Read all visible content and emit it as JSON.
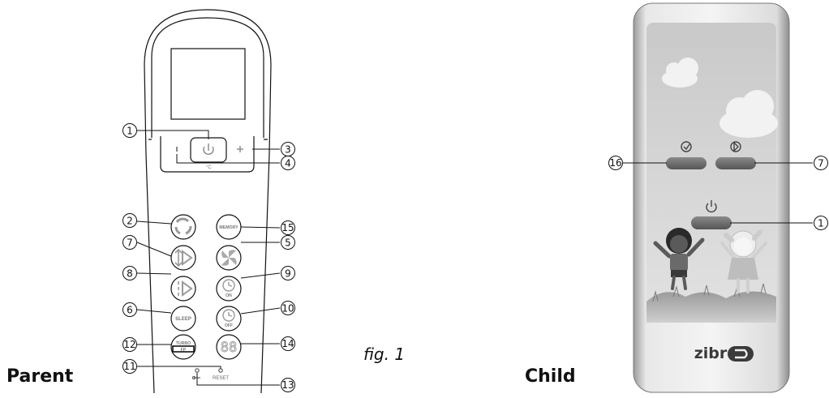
{
  "labels": {
    "parent": "Parent",
    "child": "Child",
    "figure": "fig. 1"
  },
  "parent_remote": {
    "display_unit": "°C",
    "buttons": {
      "memory": "MEMORY",
      "sleep": "SLEEP",
      "timer_on": "ON",
      "timer_off": "OFF",
      "turbo": "TURBO",
      "fp": "FP",
      "display": "88",
      "reset": "RESET",
      "minus": "-",
      "plus": "+"
    },
    "callouts": [
      "1",
      "2",
      "3",
      "4",
      "5",
      "6",
      "7",
      "8",
      "9",
      "10",
      "11",
      "12",
      "13",
      "14",
      "15"
    ]
  },
  "child_remote": {
    "brand": "zibro",
    "callouts": [
      "16",
      "7",
      "1"
    ]
  }
}
